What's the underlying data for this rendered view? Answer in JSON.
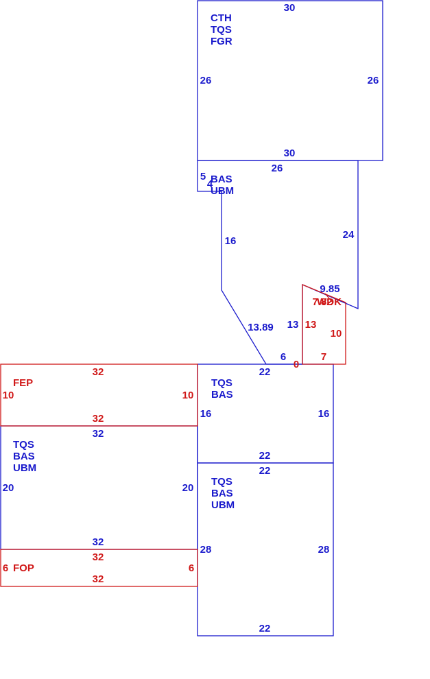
{
  "colors": {
    "main": "#1a1acc",
    "secondary": "#d01818"
  },
  "areas": {
    "top_block": {
      "codes": [
        "CTH",
        "TQS",
        "FGR"
      ],
      "dims": {
        "top": "30",
        "bottom": "30",
        "left": "26",
        "right": "26"
      }
    },
    "bas_ubm": {
      "codes": [
        "BAS",
        "UBM"
      ],
      "dims": {
        "top": "26",
        "notch_a": "5",
        "notch_b": "4",
        "left": "16",
        "right": "24",
        "diagonal": "13.89",
        "bottom": "6",
        "inner": "13"
      }
    },
    "wdk": {
      "code": "WDK",
      "dims": {
        "slope": "9.85",
        "short": "7.82",
        "left": "13",
        "right": "10",
        "bottom": "7",
        "zero": "0"
      }
    },
    "fep": {
      "code": "FEP",
      "dims": {
        "top": "32",
        "bottom": "32",
        "left": "10",
        "right": "10"
      }
    },
    "tqs_bas": {
      "codes": [
        "TQS",
        "BAS"
      ],
      "dims": {
        "top": "22",
        "bottom": "22",
        "left": "16",
        "right": "16"
      }
    },
    "left_block": {
      "codes": [
        "TQS",
        "BAS",
        "UBM"
      ],
      "dims": {
        "top": "32",
        "bottom": "32",
        "left": "20",
        "right": "20"
      }
    },
    "right_block": {
      "codes": [
        "TQS",
        "BAS",
        "UBM"
      ],
      "dims": {
        "top": "22",
        "bottom": "22",
        "left": "28",
        "right": "28"
      }
    },
    "fop": {
      "code": "FOP",
      "dims": {
        "top": "32",
        "bottom": "32",
        "left": "6",
        "right": "6"
      }
    }
  }
}
